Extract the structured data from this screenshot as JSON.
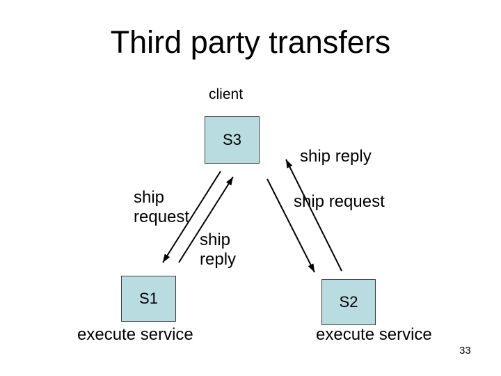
{
  "slide": {
    "title": "Third party transfers",
    "page_number": "33",
    "background": "#ffffff"
  },
  "diagram": {
    "client_label": "client",
    "nodes": {
      "s3": "S3",
      "s1": "S1",
      "s2": "S2"
    },
    "node_captions": {
      "s1": "execute service",
      "s2": "execute service"
    },
    "arrow_labels": {
      "left_request": [
        "ship",
        "request"
      ],
      "left_reply": [
        "ship",
        "reply"
      ],
      "right_reply": "ship reply",
      "right_request": "ship request"
    },
    "edges": [
      {
        "from": "S3",
        "to": "S1",
        "label": "ship request"
      },
      {
        "from": "S1",
        "to": "S3",
        "label": "ship reply"
      },
      {
        "from": "S3",
        "to": "S2",
        "label": "ship request"
      },
      {
        "from": "S2",
        "to": "S3",
        "label": "ship reply"
      }
    ],
    "colors": {
      "node_fill": "#b9dce1",
      "node_border": "#3c3c3c",
      "arrow": "#000000",
      "text": "#000000"
    }
  }
}
